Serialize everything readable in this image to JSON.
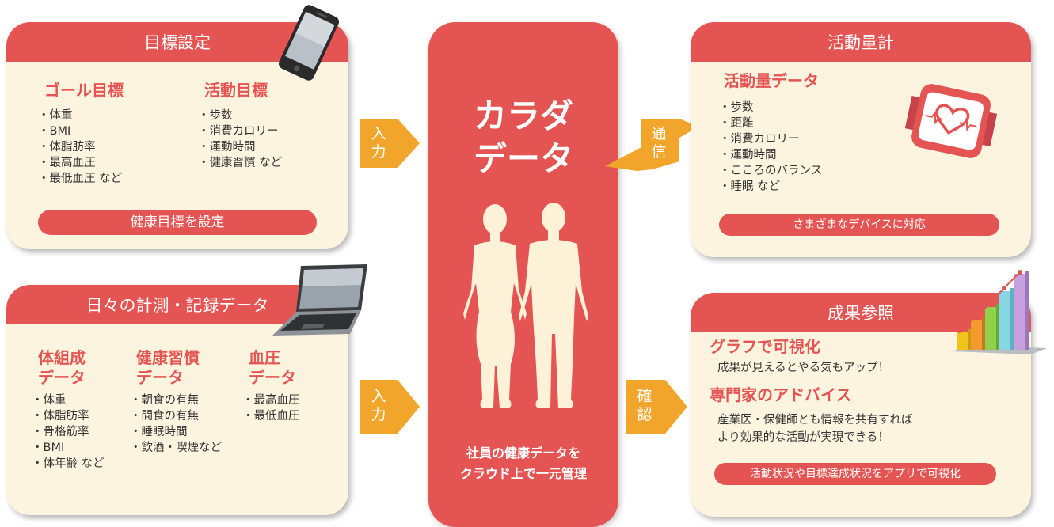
{
  "goal_card": {
    "title": "目標設定",
    "goal_heading": "ゴール目標",
    "goal_items": [
      "体重",
      "BMI",
      "体脂肪率",
      "最高血圧",
      "最低血圧 など"
    ],
    "activity_heading": "活動目標",
    "activity_items": [
      "歩数",
      "消費カロリー",
      "運動時間",
      "健康習慣 など"
    ],
    "button_label": "健康目標を設定"
  },
  "daily_card": {
    "title": "日々の計測・記録データ",
    "body_heading": [
      "体組成",
      "データ"
    ],
    "body_items": [
      "体重",
      "体脂肪率",
      "骨格筋率",
      "BMI",
      "体年齢 など"
    ],
    "habit_heading": [
      "健康習慣",
      "データ"
    ],
    "habit_items": [
      "朝食の有無",
      "間食の有無",
      "睡眠時間",
      "飲酒・喫煙など"
    ],
    "bp_heading": [
      "血圧",
      "データ"
    ],
    "bp_items": [
      "最高血圧",
      "最低血圧"
    ]
  },
  "center": {
    "title_line1": "カラダ",
    "title_line2": "データ",
    "caption_line1": "社員の健康データを",
    "caption_line2": "クラウド上で一元管理"
  },
  "arrows": {
    "input_top": [
      "入",
      "力"
    ],
    "input_bottom": [
      "入",
      "力"
    ],
    "comm": [
      "通",
      "信"
    ],
    "confirm": [
      "確",
      "認"
    ]
  },
  "activity_card": {
    "title": "活動量計",
    "heading": "活動量データ",
    "items": [
      "歩数",
      "距離",
      "消費カロリー",
      "運動時間",
      "こころのバランス",
      "睡眠 など"
    ],
    "button_label": "さまざまなデバイスに対応"
  },
  "results_card": {
    "title": "成果参照",
    "heading1": "グラフで可視化",
    "text1": "成果が見えるとやる気もアップ！",
    "heading2": "専門家のアドバイス",
    "text2_line1": "産業医・保健師とも情報を共有すれば",
    "text2_line2": "より効果的な活動が実現できる！",
    "button_label": "活動状況や目標達成状況をアプリで可視化"
  },
  "icons": [
    "smartphone-icon",
    "laptop-icon",
    "wearable-heart-monitor-icon",
    "rising-bar-chart-icon",
    "human-figures-icon"
  ],
  "colors": {
    "accent_red": "#e35452",
    "card_cream": "#fdf4df",
    "arrow_orange": "#f2a52b",
    "body_cream": "#fdf1d8"
  }
}
